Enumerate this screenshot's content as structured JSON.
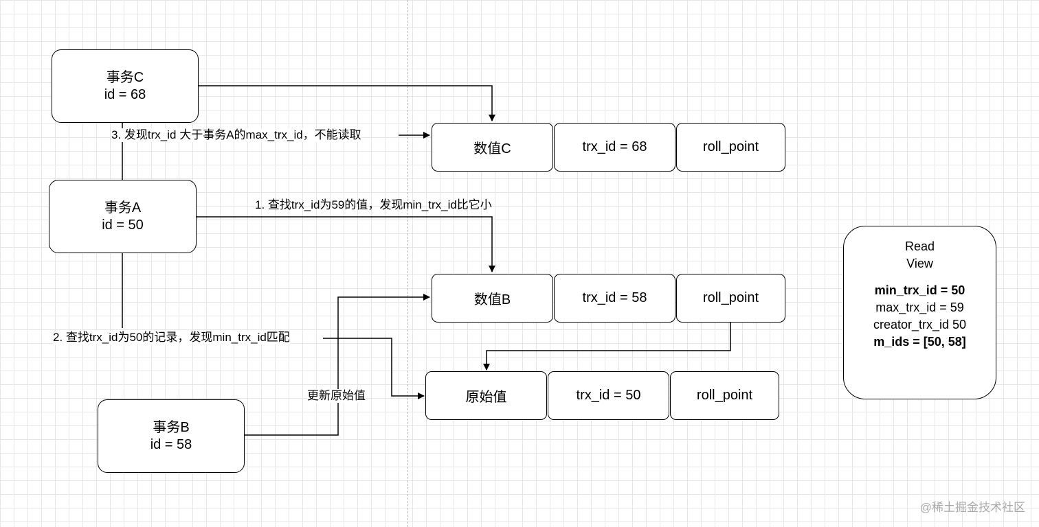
{
  "transactions": {
    "c": {
      "name": "事务C",
      "id": "id = 68"
    },
    "a": {
      "name": "事务A",
      "id": "id = 50"
    },
    "b": {
      "name": "事务B",
      "id": "id = 58"
    }
  },
  "records": [
    {
      "value": "数值C",
      "trx": "trx_id = 68",
      "ptr": "roll_point"
    },
    {
      "value": "数值B",
      "trx": "trx_id = 58",
      "ptr": "roll_point"
    },
    {
      "value": "原始值",
      "trx": "trx_id = 50",
      "ptr": "roll_point"
    }
  ],
  "edge_labels": {
    "step1": "1. 查找trx_id为59的值，发现min_trx_id比它小",
    "step2": "2. 查找trx_id为50的记录，发现min_trx_id匹配",
    "step3": "3. 发现trx_id 大于事务A的max_trx_id，不能读取",
    "update": "更新原始值"
  },
  "read_view": {
    "title_line1": "Read",
    "title_line2": "View",
    "min_trx_id": "min_trx_id = 50",
    "max_trx_id": "max_trx_id = 59",
    "creator_trx_id": "creator_trx_id 50",
    "m_ids": "m_ids = [50, 58]"
  },
  "watermark": "@稀土掘金技术社区"
}
